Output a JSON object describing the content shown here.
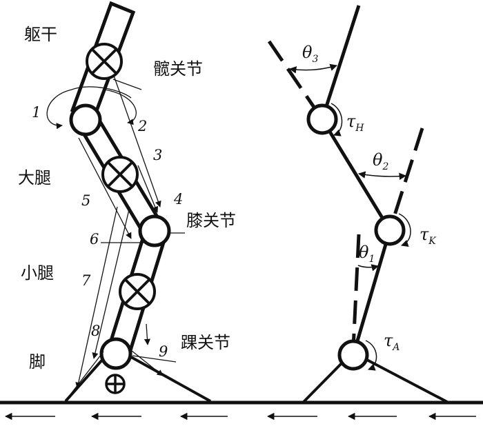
{
  "labels": {
    "torso": "躯干",
    "hip_joint": "髋关节",
    "thigh": "大腿",
    "knee_joint": "膝关节",
    "shank": "小腿",
    "ankle_joint": "踝关节",
    "foot": "脚"
  },
  "muscles": [
    "1",
    "2",
    "3",
    "4",
    "5",
    "6",
    "7",
    "8",
    "9"
  ],
  "symbols": {
    "theta": "θ",
    "tau": "τ",
    "theta1_sub": "1",
    "theta2_sub": "2",
    "theta3_sub": "3",
    "tau_hip_sub": "H",
    "tau_knee_sub": "K",
    "tau_ankle_sub": "A"
  }
}
